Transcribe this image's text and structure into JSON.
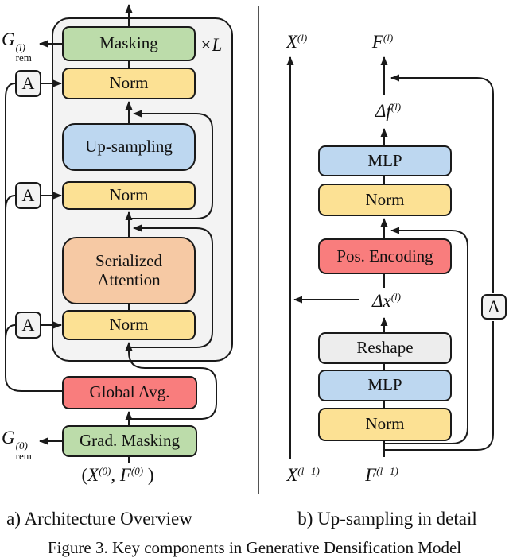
{
  "colors": {
    "green": "#bcdcaa",
    "yellow": "#fce194",
    "blue": "#bdd7f0",
    "orange": "#f6c9a4",
    "red": "#f97d7d",
    "gray_block": "#ededed",
    "panel_bg": "#f3f3f3",
    "line": "#1a1a1a"
  },
  "panel_a": {
    "caption": "a) Architecture Overview",
    "repeat_label": "×L",
    "agg_label": "A",
    "blocks": {
      "masking": "Masking",
      "norm_top": "Norm",
      "upsampling": "Up-sampling",
      "norm_mid": "Norm",
      "attention": "Serialized Attention",
      "norm_bottom": "Norm",
      "global_avg": "Global Avg.",
      "grad_masking": "Grad. Masking"
    },
    "math": {
      "g_rem_l": {
        "base": "G",
        "sup": "(l)",
        "sub": "rem"
      },
      "g_rem_0": {
        "base": "G",
        "sup": "(0)",
        "sub": "rem"
      },
      "input": {
        "open": "(",
        "x": "X",
        "x_sup": "(0)",
        "sep": ",",
        "f": "F",
        "f_sup": "(0)",
        "close": ")"
      }
    }
  },
  "panel_b": {
    "caption": "b) Up-sampling in detail",
    "agg_label": "A",
    "blocks": {
      "mlp_top": "MLP",
      "norm_top": "Norm",
      "pos_encoding": "Pos. Encoding",
      "reshape": "Reshape",
      "mlp_bottom": "MLP",
      "norm_bottom": "Norm"
    },
    "math": {
      "x_l": {
        "base": "X",
        "sup": "(l)"
      },
      "f_l": {
        "base": "F",
        "sup": "(l)"
      },
      "df_l": {
        "base": "Δf",
        "sup": "(l)"
      },
      "dx_l": {
        "base": "Δx",
        "sup": "(l)"
      },
      "x_prev": {
        "base": "X",
        "sup": "(l−1)"
      },
      "f_prev": {
        "base": "F",
        "sup": "(l−1)"
      }
    }
  },
  "figure_caption": "Figure 3. Key components in Generative Densification Model"
}
